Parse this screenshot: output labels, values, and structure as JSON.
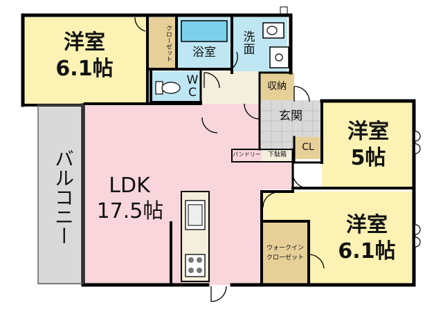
{
  "rooms": {
    "western_nw": {
      "name": "洋室",
      "size": "6.1帖"
    },
    "closet_nw": {
      "label": "クローゼット"
    },
    "bath": {
      "label": "浴室"
    },
    "washroom": {
      "label": "洗\n面"
    },
    "wc": {
      "label": "W\nC"
    },
    "storage": {
      "label": "収納"
    },
    "entrance": {
      "label": "玄関"
    },
    "cl": {
      "label": "CL"
    },
    "laundry": {
      "label": "パンドリー"
    },
    "shoe_box": {
      "label": "下駄箱"
    },
    "western_e": {
      "name": "洋室",
      "size": "5帖"
    },
    "balcony": {
      "label": "バルコニー"
    },
    "ldk": {
      "name": "LDK",
      "size": "17.5帖"
    },
    "western_se": {
      "name": "洋室",
      "size": "6.1帖"
    },
    "walkin": {
      "label": "ウォークイン\nクローゼット"
    }
  },
  "colors": {
    "western": "#fbf2b3",
    "ldk": "#f8d6dc",
    "wet_area": "#bfe6f3",
    "closet": "#e7cf98",
    "corridor": "#f4efdc",
    "entrance": "#d9d9d9",
    "wall": "#000000"
  }
}
